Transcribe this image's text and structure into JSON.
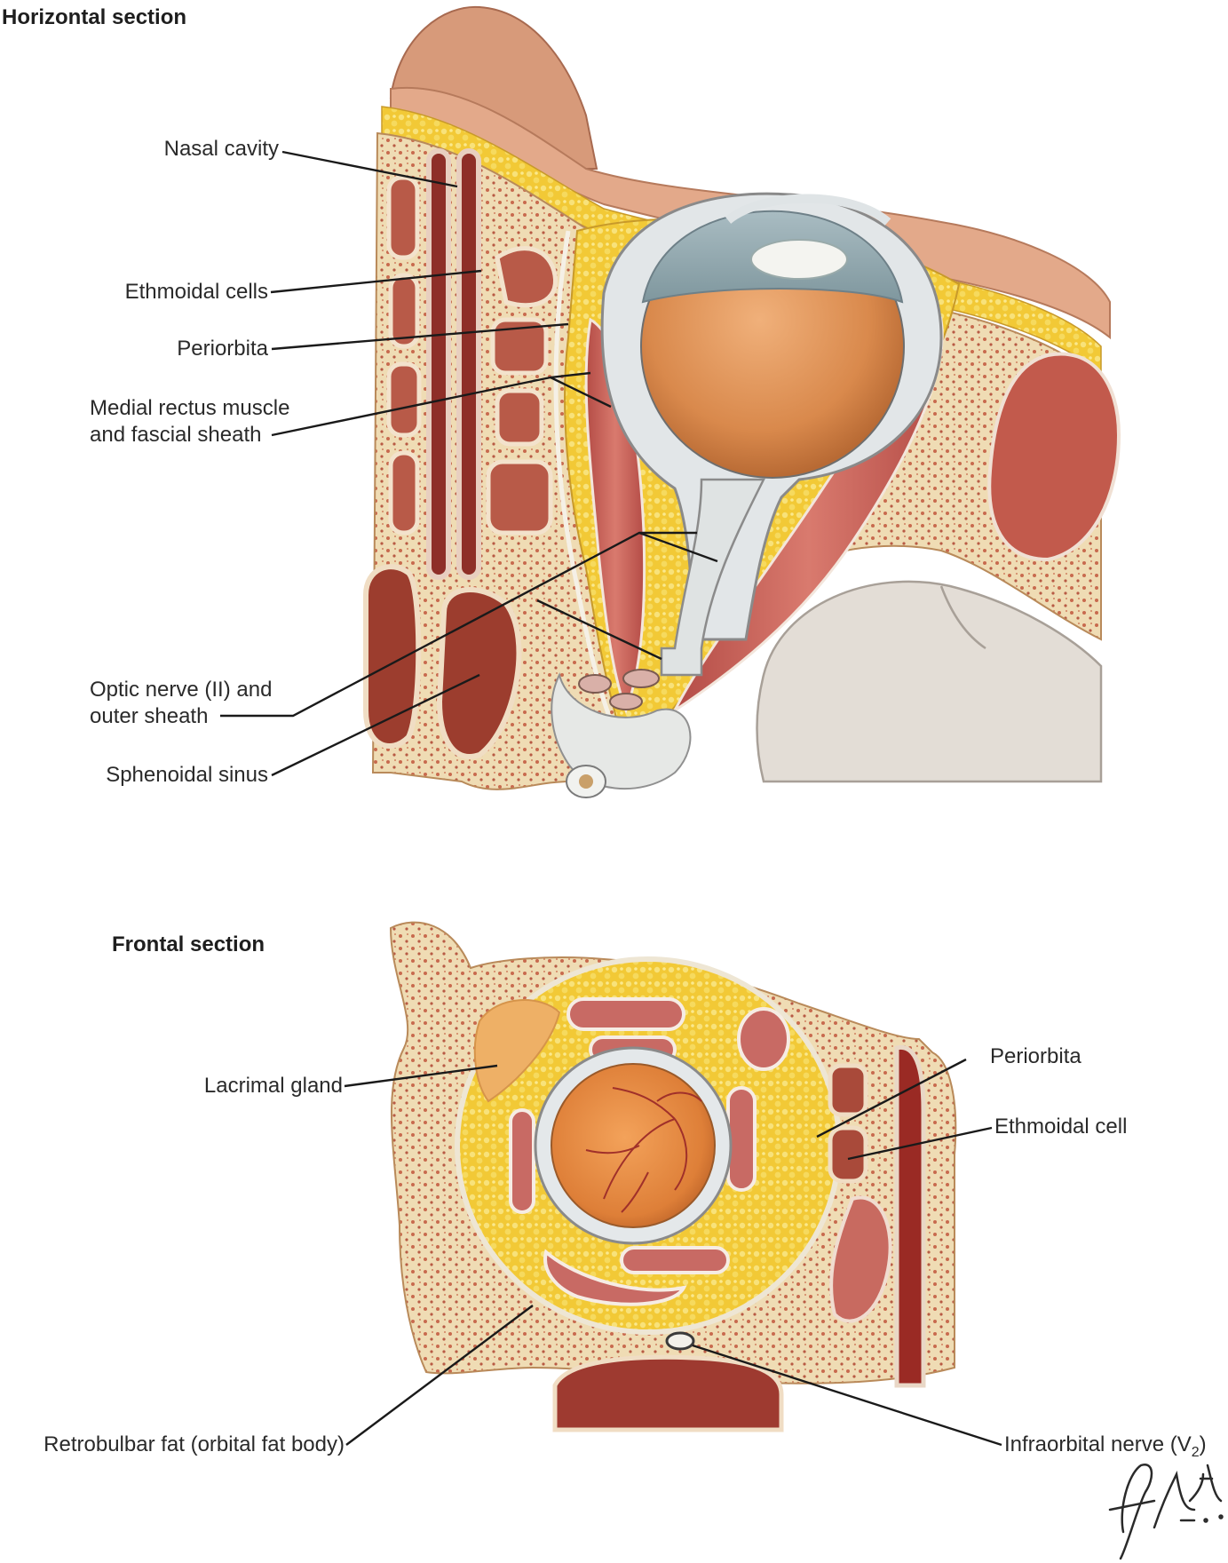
{
  "horizontal": {
    "heading": "Horizontal section",
    "labels": {
      "nasal_cavity": "Nasal cavity",
      "ethmoidal_cells": "Ethmoidal cells",
      "periorbita": "Periorbita",
      "medial_rectus_1": "Medial rectus muscle",
      "medial_rectus_2": "and fascial sheath",
      "optic_nerve_1": "Optic nerve (II) and",
      "optic_nerve_2": "outer sheath",
      "sphenoidal_sinus": "Sphenoidal sinus"
    }
  },
  "frontal": {
    "heading": "Frontal section",
    "labels": {
      "lacrimal_gland": "Lacrimal gland",
      "periorbita": "Periorbita",
      "ethmoidal_cell": "Ethmoidal cell",
      "retrobulbar_fat": "Retrobulbar fat (orbital fat body)",
      "infraorbital_nerve_main": "Infraorbital nerve (V",
      "infraorbital_nerve_sub": "2",
      "infraorbital_nerve_close": ")"
    }
  },
  "signature": "F. Netter M.D.",
  "colors": {
    "bone": "#efdcb4",
    "bone_dots": "#c86a4e",
    "fat": "#f2cc3a",
    "muscle": "#c85a52",
    "globe": "#d9894c",
    "sclera": "#e4e8ea",
    "brain": "#e6e1dc",
    "mucosa": "#9e3a30",
    "leader": "#1a1a1a"
  }
}
